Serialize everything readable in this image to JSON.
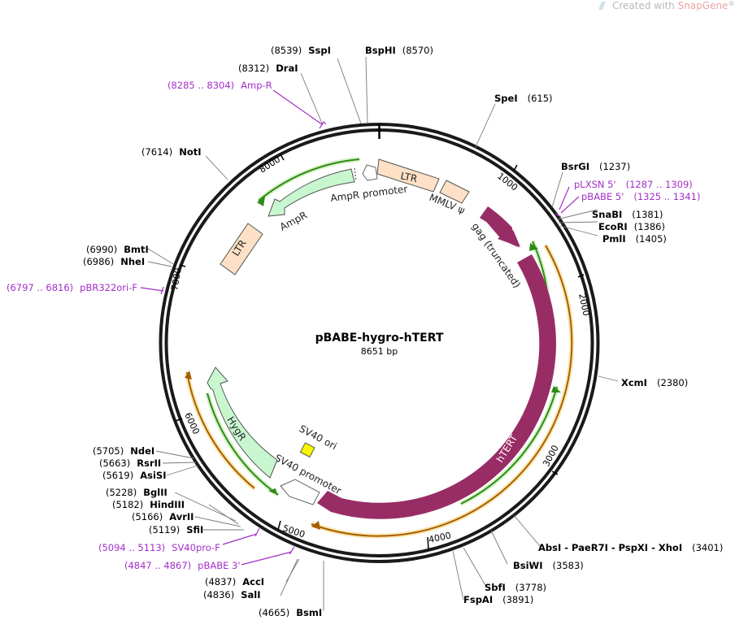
{
  "watermark": {
    "prefix": "Created with ",
    "brand": "SnapGene",
    "reg": "®"
  },
  "plasmid": {
    "name": "pBABE-hygro-hTERT",
    "length": "8651 bp"
  },
  "ticks": [
    "1000",
    "2000",
    "3000",
    "4000",
    "5000",
    "6000",
    "7000",
    "8000"
  ],
  "features": [
    {
      "label": "LTR"
    },
    {
      "label": "MMLV ψ"
    },
    {
      "label": "gag (truncated)"
    },
    {
      "label": "hTERT"
    },
    {
      "label": "SV40 promoter"
    },
    {
      "label": "SV40 ori"
    },
    {
      "label": "HygR"
    },
    {
      "label": "LTR"
    },
    {
      "label": "AmpR"
    },
    {
      "label": "AmpR promoter"
    }
  ],
  "sites": [
    {
      "name": "SspI",
      "pos": "(8539)"
    },
    {
      "name": "BspHI",
      "pos": "(8570)"
    },
    {
      "name": "DraI",
      "pos": "(8312)"
    },
    {
      "name": "SpeI",
      "pos": "(615)"
    },
    {
      "name": "NotI",
      "pos": "(7614)"
    },
    {
      "name": "BsrGI",
      "pos": "(1237)"
    },
    {
      "name": "SnaBI",
      "pos": "(1381)"
    },
    {
      "name": "EcoRI",
      "pos": "(1386)"
    },
    {
      "name": "PmlI",
      "pos": "(1405)"
    },
    {
      "name": "BmtI",
      "pos": "(6990)"
    },
    {
      "name": "NheI",
      "pos": "(6986)"
    },
    {
      "name": "XcmI",
      "pos": "(2380)"
    },
    {
      "name": "NdeI",
      "pos": "(5705)"
    },
    {
      "name": "RsrII",
      "pos": "(5663)"
    },
    {
      "name": "AsiSI",
      "pos": "(5619)"
    },
    {
      "name": "BglII",
      "pos": "(5228)"
    },
    {
      "name": "HindIII",
      "pos": "(5182)"
    },
    {
      "name": "AvrII",
      "pos": "(5166)"
    },
    {
      "name": "SfiI",
      "pos": "(5119)"
    },
    {
      "name": "AbsI - PaeR7I - PspXI - XhoI",
      "pos": "(3401)"
    },
    {
      "name": "BsiWI",
      "pos": "(3583)"
    },
    {
      "name": "SbfI",
      "pos": "(3778)"
    },
    {
      "name": "FspAI",
      "pos": "(3891)"
    },
    {
      "name": "AccI",
      "pos": "(4837)"
    },
    {
      "name": "SalI",
      "pos": "(4836)"
    },
    {
      "name": "BsmI",
      "pos": "(4665)"
    }
  ],
  "primers": [
    {
      "range": "(8285 .. 8304)",
      "name": "Amp-R"
    },
    {
      "name": "pLXSN 5'",
      "range": "(1287 .. 1309)"
    },
    {
      "name": "pBABE 5'",
      "range": "(1325 .. 1341)"
    },
    {
      "range": "(6797 .. 6816)",
      "name": "pBR322ori-F"
    },
    {
      "range": "(5094 .. 5113)",
      "name": "SV40pro-F"
    },
    {
      "range": "(4847 .. 4867)",
      "name": "pBABE 3'"
    }
  ],
  "colors": {
    "backbone": "#1a1a1a",
    "ltr": "#fde0c5",
    "hTERT": "#982d66",
    "gene": "#c8f7cf",
    "sv40ori": "#f7f700",
    "orf_green": "#2e8b16",
    "orf_orange": "#f0a31c",
    "primer": "#a32fc8"
  }
}
